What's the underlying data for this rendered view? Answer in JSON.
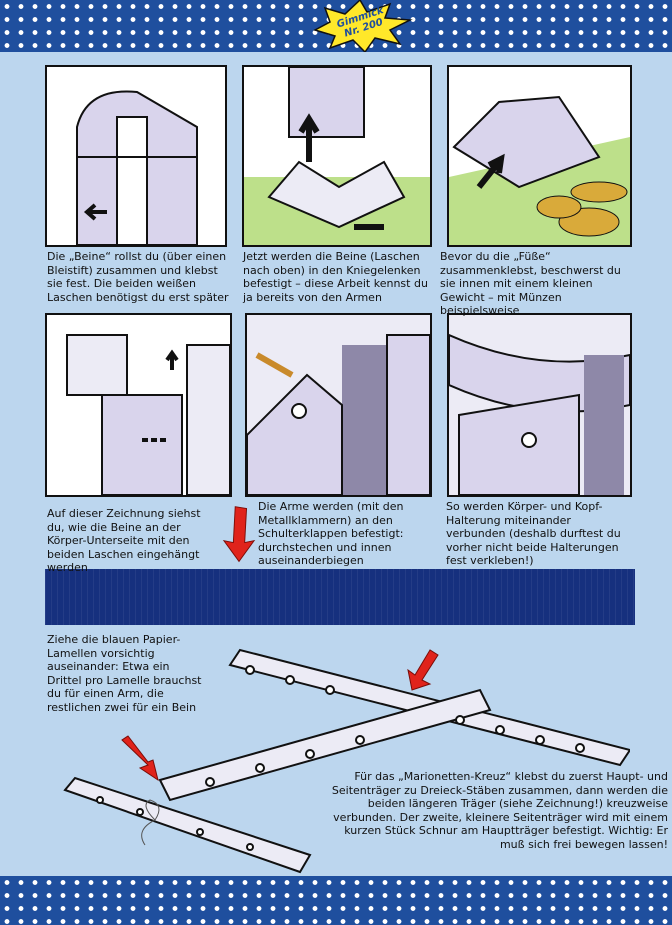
{
  "header": {
    "badge_line1": "Gimmick",
    "badge_line2": "Nr. 200"
  },
  "steps": [
    {
      "caption": "Die „Beine“ rollst du (über einen Bleistift) zusammen und klebst sie fest. Die beiden weißen Laschen benötigst du erst später"
    },
    {
      "caption": "Jetzt werden die Beine (Laschen nach oben) in den Kniegelenken befestigt – diese Arbeit kennst du ja bereits von den Armen"
    },
    {
      "caption": "Bevor du die „Füße“ zusammenklebst, beschwerst du sie innen mit einem kleinen Gewicht – mit Münzen beispielsweise"
    },
    {
      "caption": "Auf dieser Zeichnung siehst du, wie die Beine an der Körper-Unterseite mit den beiden Laschen eingehängt werden"
    },
    {
      "caption": "Die Arme werden (mit den Metallklammern) an den Schulterklappen befestigt: durchstechen und innen auseinanderbiegen"
    },
    {
      "caption": "So werden Körper- und Kopf-Halterung miteinander verbunden (deshalb durftest du vorher nicht beide Halterungen fest verkleben!)"
    }
  ],
  "lamellen_text": "Ziehe die blauen Papier-Lamellen vorsichtig auseinander: Etwa ein Drittel pro Lamelle brauchst du für einen Arm, die restlichen zwei für ein Bein",
  "kreuz_text": "Für das „Marionetten-Kreuz“ klebst du zuerst Haupt- und Seitenträger zu Dreieck-Stäben zusammen, dann werden die beiden längeren Träger (siehe Zeichnung!) kreuzweise verbunden. Der zweite, kleinere Seitenträger wird mit einem kurzen Stück Schnur am Hauptträger befestigt. Wichtig: Er muß sich frei bewegen lassen!",
  "colors": {
    "banner": "#1f4f9e",
    "background": "#bcd6ee",
    "strip": "#16307e",
    "arrow": "#e0231b",
    "badge": "#ffe82a"
  }
}
